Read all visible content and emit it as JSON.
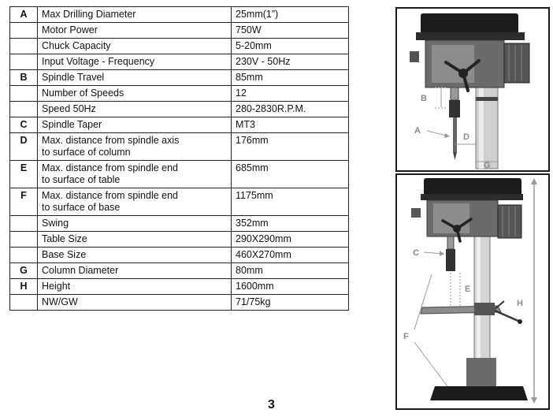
{
  "specs": [
    {
      "code": "A",
      "label": "Max Drilling Diameter",
      "value": "25mm(1”)"
    },
    {
      "code": "",
      "label": "Motor Power",
      "value": "750W"
    },
    {
      "code": "",
      "label": "Chuck Capacity",
      "value": "5-20mm"
    },
    {
      "code": "",
      "label": "Input Voltage - Frequency",
      "value": "230V - 50Hz"
    },
    {
      "code": "B",
      "label": "Spindle Travel",
      "value": "85mm"
    },
    {
      "code": "",
      "label": "Number of Speeds",
      "value": "12"
    },
    {
      "code": "",
      "label": "Speed 50Hz",
      "value": "280-2830R.P.M."
    },
    {
      "code": "C",
      "label": "Spindle Taper",
      "value": "MT3"
    },
    {
      "code": "D",
      "label": "Max. distance from spindle axis\nto surface of column",
      "value": "176mm"
    },
    {
      "code": "E",
      "label": "Max. distance from spindle end\nto surface of table",
      "value": "685mm"
    },
    {
      "code": "F",
      "label": "Max. distance from spindle end\nto surface of base",
      "value": "1175mm"
    },
    {
      "code": "",
      "label": "Swing",
      "value": "352mm"
    },
    {
      "code": "",
      "label": "Table Size",
      "value": "290X290mm"
    },
    {
      "code": "",
      "label": "Base Size",
      "value": "460X270mm"
    },
    {
      "code": "G",
      "label": "Column Diameter",
      "value": "80mm"
    },
    {
      "code": "H",
      "label": "Height",
      "value": "1600mm"
    },
    {
      "code": "",
      "label": "NW/GW",
      "value": "71/75kg"
    }
  ],
  "page_number": "3",
  "figure_top": {
    "labels": {
      "a": "A",
      "b": "B",
      "d": "D",
      "g": "G"
    }
  },
  "figure_bottom": {
    "labels": {
      "c": "C",
      "e": "E",
      "f": "F",
      "h": "H"
    }
  }
}
